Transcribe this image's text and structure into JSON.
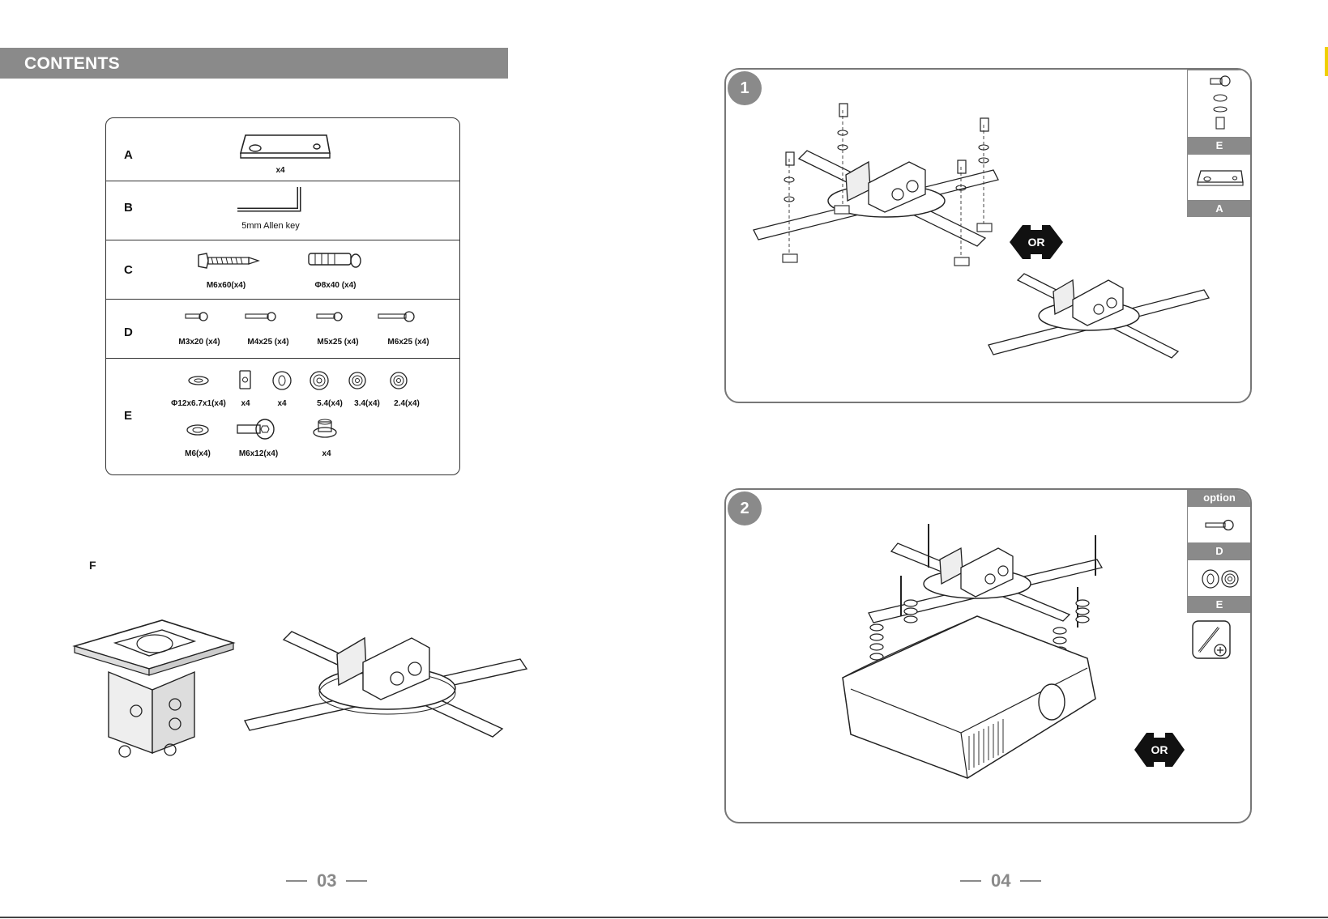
{
  "left_page": {
    "section_title": "CONTENTS",
    "parts": {
      "A": {
        "letter": "A",
        "captions": [
          "x4"
        ]
      },
      "B": {
        "letter": "B",
        "captions": [
          "5mm Allen key"
        ]
      },
      "C": {
        "letter": "C",
        "captions": [
          "M6x60(x4)",
          "Φ8x40 (x4)"
        ]
      },
      "D": {
        "letter": "D",
        "captions": [
          "M3x20 (x4)",
          "M4x25 (x4)",
          "M5x25 (x4)",
          "M6x25 (x4)"
        ]
      },
      "E": {
        "letter": "E",
        "captions_row1": [
          "Φ12x6.7x1(x4)",
          "x4",
          "x4",
          "5.4(x4)",
          "3.4(x4)",
          "2.4(x4)"
        ],
        "captions_row2": [
          "M6(x4)",
          "M6x12(x4)",
          "x4"
        ]
      },
      "F": {
        "letter": "F"
      }
    },
    "page_number": "03"
  },
  "right_page": {
    "step1": {
      "number": "1",
      "side_labels": [
        "E",
        "A"
      ],
      "or_text": "OR"
    },
    "step2": {
      "number": "2",
      "option_label": "option",
      "side_labels": [
        "D",
        "E"
      ],
      "or_text": "OR"
    },
    "page_number": "04"
  }
}
